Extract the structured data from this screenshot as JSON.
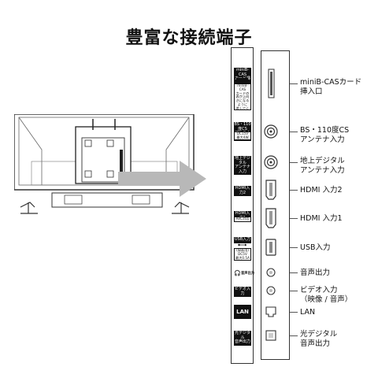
{
  "title": "豊富な接続端子",
  "icons": {
    "tv_back": "tv-back-illustration",
    "arrow": "right-arrow",
    "card_slot": "card-slot-icon",
    "coaxial": "coaxial-jack-icon",
    "hdmi": "hdmi-port-icon",
    "usb": "usb-port-icon",
    "audio_jack": "mini-jack-icon",
    "lan": "lan-port-icon",
    "optical": "optical-port-icon",
    "headphone": "headphone-icon"
  },
  "side_labels": {
    "minibcas_head": "miniB-CAS\nカード挿入口",
    "minibcas_note": "miniB-CAS\nカードの\n表が上向\nきになる\nように\n差してくださ\nい。",
    "bs_cs_head": "BS・110度CS\nアンテナ入力",
    "bs_cs_note": "DC15V\n最大4W",
    "terrestrial": "地上デジタル\nアンテナ入力",
    "hdmi2": "HDMI入力2",
    "hdmi1_head": "HDMI入力1",
    "hdmi1_note": "ARC対応",
    "usb_head": "USB入力",
    "usb_note": "(録画用)\nDC5V\n最大0.5A",
    "audio_out": "音声出力",
    "video_in": "ビデオ入力",
    "lan": "LAN",
    "optical": "光デジタル\n音声出力"
  },
  "port_labels": {
    "minibcas": "miniB-CASカード\n挿入口",
    "bs_cs": "BS・110度CS\nアンテナ入力",
    "terrestrial": "地上デジタル\nアンテナ入力",
    "hdmi2": "HDMI 入力2",
    "hdmi1": "HDMI 入力1",
    "usb": "USB入力",
    "audio_out": "音声出力",
    "video_in": "ビデオ入力\n（映像 / 音声）",
    "lan": "LAN",
    "optical": "光デジタル\n音声出力"
  }
}
